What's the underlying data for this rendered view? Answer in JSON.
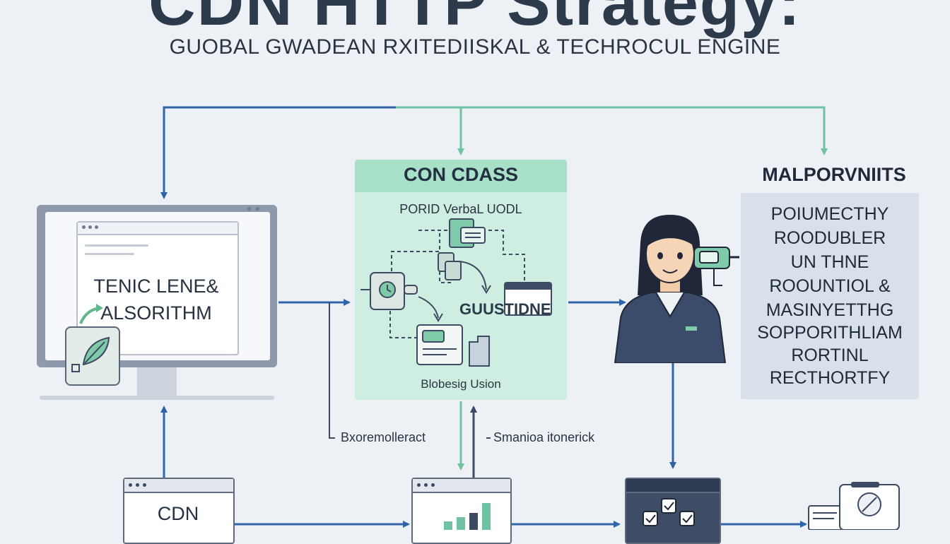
{
  "title": {
    "main": "CDN HTTP Strategy:",
    "subtitle": "GUOBAL GWADEAN RXITEDIISKAL & TECHROCUL ENGINE"
  },
  "monitor": {
    "text_line1": "TENIC LENE&",
    "text_line2": "ALSORITHM"
  },
  "center_panel": {
    "title": "CON CDASS",
    "subtitle": "PORID VerbaL UODL",
    "inner_label": "GUUSTIDNE",
    "footer": "Blobesig Usion"
  },
  "right_panel": {
    "heading": "MALPORVNIITS",
    "lines": [
      "POIUMECTHY",
      "ROODUBLER",
      "UN THNE",
      "ROOUNTIOL &",
      "MASINYETTHG",
      "SOPPORITHLIAM",
      "RORTINL",
      "RECTHORTFY"
    ]
  },
  "labels": {
    "left_mid": "Bxoremolleract",
    "right_mid": "Smanioa itonerick"
  },
  "bottom": {
    "cdn_label": "CDN"
  },
  "colors": {
    "blue_arrow": "#2f64a8",
    "green_arrow": "#6fc2a2",
    "dark_arrow": "#3d4a63",
    "panel_green": "#cfeee2",
    "accent_green": "#5fb78e"
  }
}
